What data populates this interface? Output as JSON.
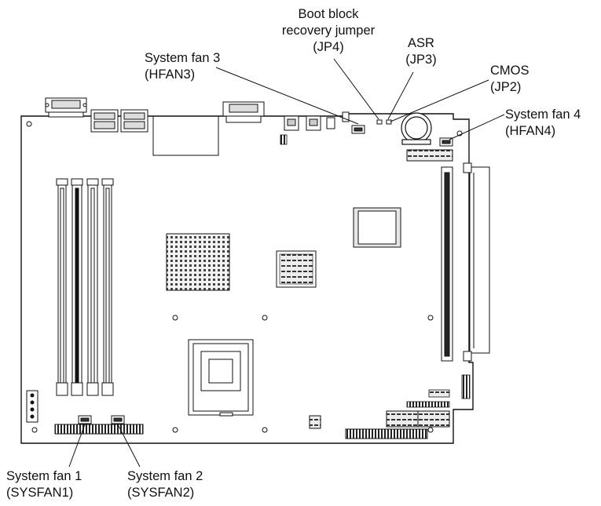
{
  "colors": {
    "line": "#111111",
    "fill_light": "#e6e6e6",
    "fill_dark": "#222222",
    "background": "#ffffff"
  },
  "callouts": {
    "boot_block": {
      "line1": "Boot block",
      "line2": "recovery jumper",
      "line3": "(JP4)"
    },
    "asr": {
      "line1": "ASR",
      "line2": "(JP3)"
    },
    "sysfan3": {
      "line1": "System fan 3",
      "line2": "(HFAN3)"
    },
    "cmos": {
      "line1": "CMOS",
      "line2": "(JP2)"
    },
    "sysfan4": {
      "line1": "System fan 4",
      "line2": "(HFAN4)"
    },
    "sysfan1": {
      "line1": "System fan 1",
      "line2": "(SYSFAN1)"
    },
    "sysfan2": {
      "line1": "System fan 2",
      "line2": "(SYSFAN2)"
    }
  }
}
